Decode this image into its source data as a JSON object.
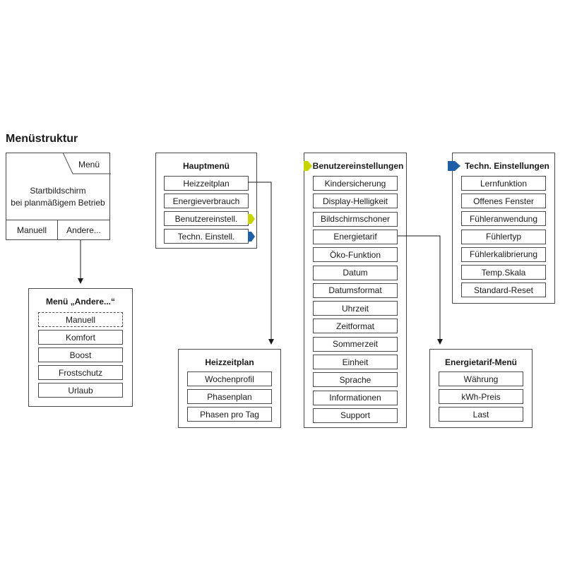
{
  "title": "Menüstruktur",
  "start": {
    "menu_tab": "Menü",
    "line1": "Startbildschirm",
    "line2": "bei planmäßigem Betrieb",
    "btn_manual": "Manuell",
    "btn_other": "Andere..."
  },
  "menu_other": {
    "title": "Menü „Andere...“",
    "items": [
      "Manuell",
      "Komfort",
      "Boost",
      "Frostschutz",
      "Urlaub"
    ]
  },
  "main_menu": {
    "title": "Hauptmenü",
    "items": [
      "Heizzeitplan",
      "Energieverbrauch",
      "Benutzereinstell.",
      "Techn. Einstell."
    ]
  },
  "heating": {
    "title": "Heizzeitplan",
    "items": [
      "Wochenprofil",
      "Phasenplan",
      "Phasen pro Tag"
    ]
  },
  "user_settings": {
    "title": "Benutzereinstellungen",
    "items": [
      "Kindersicherung",
      "Display-Helligkeit",
      "Bildschirmschoner",
      "Energietarif",
      "Öko-Funktion",
      "Datum",
      "Datumsformat",
      "Uhrzeit",
      "Zeitformat",
      "Sommerzeit",
      "Einheit",
      "Sprache",
      "Informationen",
      "Support"
    ]
  },
  "tech_settings": {
    "title": "Techn. Einstellungen",
    "items": [
      "Lernfunktion",
      "Offenes Fenster",
      "Fühleranwendung",
      "Fühlertyp",
      "Fühlerkalibrierung",
      "Temp.Skala",
      "Standard-Reset"
    ]
  },
  "tariff_menu": {
    "title": "Energietarif-Menü",
    "items": [
      "Währung",
      "kWh-Preis",
      "Last"
    ]
  },
  "colors": {
    "user_marker": "#c8d400",
    "tech_marker": "#1f5fa8"
  }
}
